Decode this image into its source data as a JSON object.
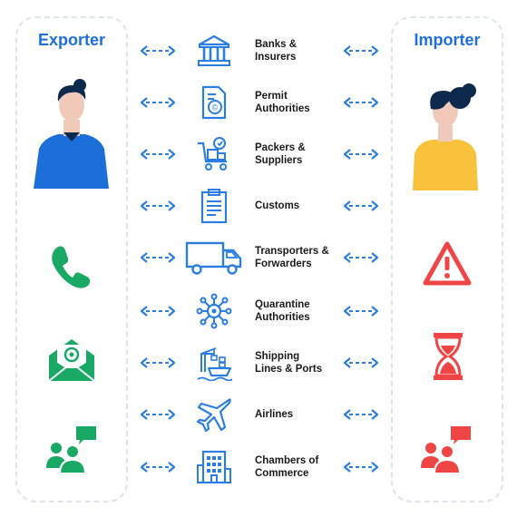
{
  "colors": {
    "accent_blue": "#1e6fd9",
    "panel_border": "#dfe3ea",
    "icon_blue": "#2a7de1",
    "exporter_green": "#1aa865",
    "importer_red": "#f04545",
    "importer_shirt": "#f9c23c",
    "exporter_shirt": "#1c6fd8"
  },
  "exporter": {
    "title": "Exporter",
    "icons": [
      "person-exporter-icon",
      "phone-icon",
      "email-envelope-icon",
      "chat-users-icon"
    ]
  },
  "importer": {
    "title": "Importer",
    "icons": [
      "person-importer-icon",
      "warning-triangle-icon",
      "hourglass-icon",
      "chat-users-icon"
    ]
  },
  "stakeholders": [
    {
      "label": "Banks &\nInsurers",
      "icon": "bank-icon"
    },
    {
      "label": "Permit\nAuthorities",
      "icon": "document-seal-icon"
    },
    {
      "label": "Packers &\nSuppliers",
      "icon": "cart-boxes-icon"
    },
    {
      "label": "Customs",
      "icon": "clipboard-icon"
    },
    {
      "label": "Transporters &\nForwarders",
      "icon": "truck-icon"
    },
    {
      "label": "Quarantine\nAuthorities",
      "icon": "virus-network-icon"
    },
    {
      "label": "Shipping\nLines & Ports",
      "icon": "port-crane-ship-icon"
    },
    {
      "label": "Airlines",
      "icon": "airplane-icon"
    },
    {
      "label": "Chambers of\nCommerce",
      "icon": "building-icon"
    }
  ]
}
